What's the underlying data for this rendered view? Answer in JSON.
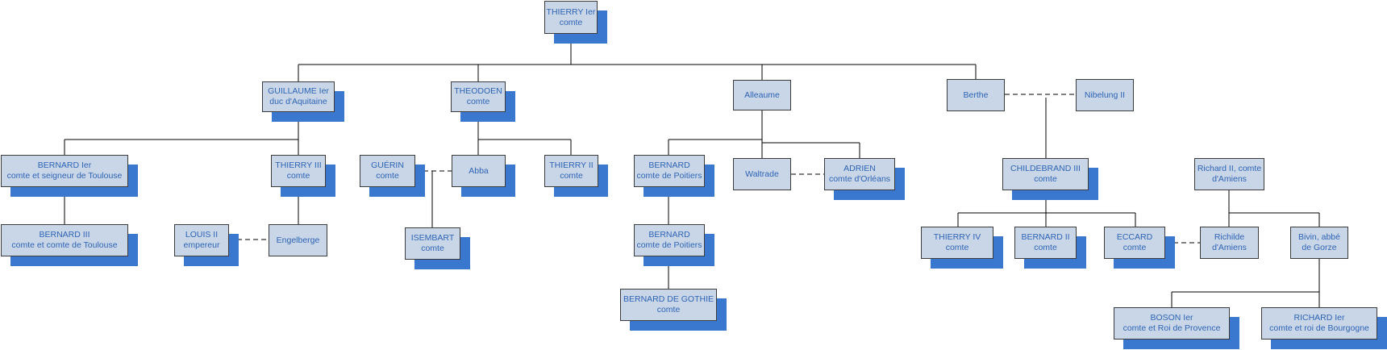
{
  "colors": {
    "box_fill": "#c9d6e8",
    "shadow": "#3a78d0",
    "text": "#2e64b4",
    "line": "#000000"
  },
  "nodes": {
    "thierry1": {
      "l1": "THIERRY Ier",
      "l2": "comte"
    },
    "guillaume1": {
      "l1": "GUILLAUME Ier",
      "l2": "duc d'Aquitaine"
    },
    "theodoen": {
      "l1": "THEODOEN",
      "l2": "comte"
    },
    "alleaume": {
      "l1": "Alleaume",
      "l2": ""
    },
    "berthe": {
      "l1": "Berthe",
      "l2": ""
    },
    "nibelung2": {
      "l1": "Nibelung II",
      "l2": ""
    },
    "bernard1": {
      "l1": "BERNARD Ier",
      "l2": "comte et seigneur de Toulouse"
    },
    "thierry3": {
      "l1": "THIERRY III",
      "l2": "comte"
    },
    "guerin": {
      "l1": "GUÉRIN",
      "l2": "comte"
    },
    "abba": {
      "l1": "Abba",
      "l2": ""
    },
    "thierry2": {
      "l1": "THIERRY II",
      "l2": "comte"
    },
    "bernard_p1": {
      "l1": "BERNARD",
      "l2": "comte de Poitiers"
    },
    "waltrade": {
      "l1": "Waltrade",
      "l2": ""
    },
    "adrien": {
      "l1": "ADRIEN",
      "l2": "comte d'Orléans"
    },
    "childebrand3": {
      "l1": "CHILDEBRAND III",
      "l2": "comte"
    },
    "richard2": {
      "l1": "Richard II, comte",
      "l2": "d'Amiens"
    },
    "bernard3": {
      "l1": "BERNARD III",
      "l2": "comte et comte de Toulouse"
    },
    "louis2": {
      "l1": "LOUIS II",
      "l2": "empereur"
    },
    "engelberge": {
      "l1": "Engelberge",
      "l2": ""
    },
    "isembart": {
      "l1": "ISEMBART",
      "l2": "comte"
    },
    "bernard_p2": {
      "l1": "BERNARD",
      "l2": "comte de Poitiers"
    },
    "thierry4": {
      "l1": "THIERRY IV",
      "l2": "comte"
    },
    "bernard2": {
      "l1": "BERNARD II",
      "l2": "comte"
    },
    "eccard": {
      "l1": "ECCARD",
      "l2": "comte"
    },
    "richilde": {
      "l1": "Richilde",
      "l2": "d'Amiens"
    },
    "bivin": {
      "l1": "Bivin, abbé",
      "l2": "de Gorze"
    },
    "bernard_gothie": {
      "l1": "BERNARD DE GOTHIE",
      "l2": "comte"
    },
    "boson1": {
      "l1": "BOSON Ier",
      "l2": "comte et Roi de Provence"
    },
    "richard1": {
      "l1": "RICHARD Ier",
      "l2": "comte et roi de Bourgogne"
    }
  }
}
